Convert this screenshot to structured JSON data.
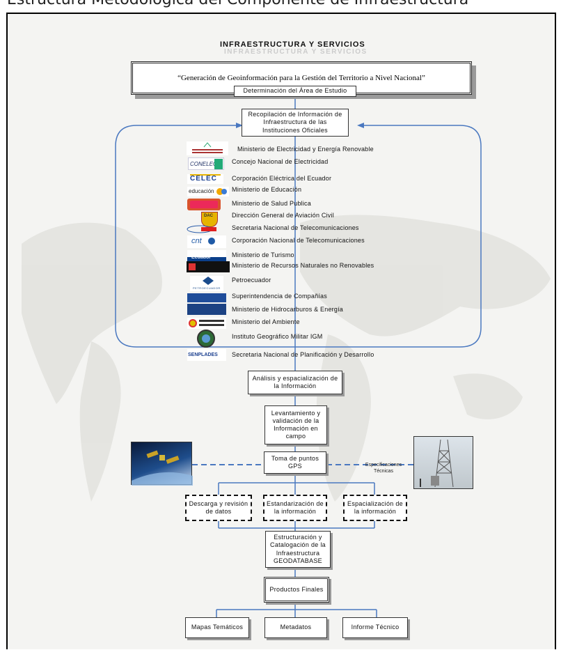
{
  "page_title": "Estructura Metodológica del Componente de Infraestructura",
  "header": {
    "title": "INFRAESTRUCTURA Y SERVICIOS"
  },
  "main_title": "“Generación de Geoinformación para la Gestión del Territorio a Nivel Nacional”",
  "steps": {
    "area_estudio": "Determinación del Área de Estudio",
    "recopilacion": "Recopilación de Información de Infraestructura de las Instituciones Oficiales",
    "analisis": "Análisis y espacialización de la Información",
    "levantamiento": "Levantamiento y validación de la Información en campo",
    "gps": "Toma de puntos GPS",
    "especificaciones": "Especificaciones Técnicas",
    "descarga": "Descarga y revisión de datos",
    "estandarizacion": "Estandarización de la información",
    "espacializacion": "Espacialización de la información",
    "estructuracion": "Estructuración y Catalogación de la Infraestructura GEODATABASE",
    "productos": "Productos Finales"
  },
  "outputs": [
    "Mapas Temáticos",
    "Metadatos",
    "Informe Técnico"
  ],
  "institutions": [
    "Ministerio de Electricidad y Energía Renovable",
    "Concejo Nacional de Electricidad",
    "Corporación Eléctrica del Ecuador",
    "Ministerio de Educación",
    "Ministerio de Salud Publica",
    "Dirección General de Aviación Civil",
    "Secretaria Nacional de Telecomunicaciones",
    "Corporación Nacional de Telecomunicaciones",
    "Ministerio de Turismo",
    "Ministerio de Recursos Naturales no Renovables",
    "Petroecuador",
    "Superintendencia de Compañías",
    "Ministerio de Hidrocarburos & Energía",
    "Ministerio del Ambiente",
    "Instituto Geográfico Militar IGM",
    "Secretaria Nacional de Planificación y Desarrollo"
  ],
  "logos": {
    "conelec": "CONELEC",
    "celec": "CELEC",
    "educacion": "educación",
    "dac": "DAC",
    "cnt": "cnt",
    "turismo": "Ecuador",
    "petroecuador": "PETROECUADOR",
    "senplades": "SENPLADES"
  },
  "colors": {
    "connector": "#4a78c0",
    "frame_bg": "#f4f4f2",
    "shadow": "#9a9a9a"
  }
}
